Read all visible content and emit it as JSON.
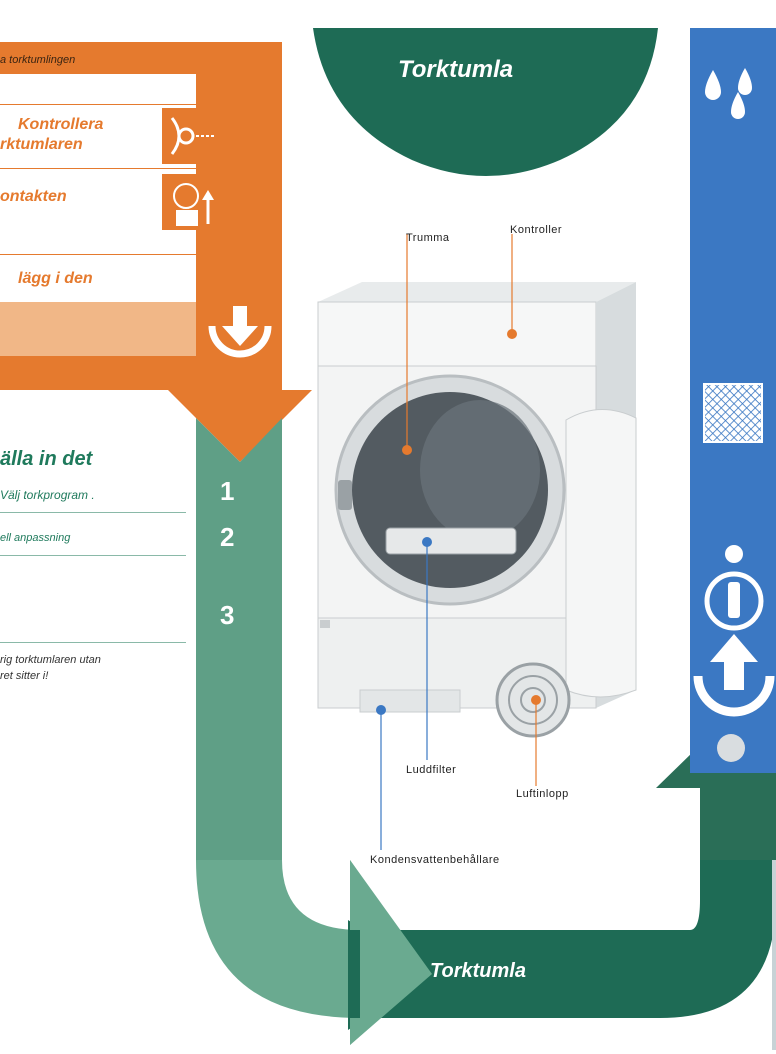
{
  "left_panel": {
    "header": "a torktumlingen",
    "item1": {
      "line1": "Kontrollera",
      "line2": "rktumlaren"
    },
    "item2": "ontakten",
    "item3": "lägg i den",
    "section_title": "älla in det",
    "sub1": "Välj torkprogram .",
    "sub2": "ell anpassning",
    "note_line1": "rig torktumlaren utan",
    "note_line2": "ret sitter i!"
  },
  "steps": [
    "1",
    "2",
    "3"
  ],
  "top_title": "Torktumla",
  "bottom_title": "Torktumla",
  "labels": {
    "trumma": "Trumma",
    "kontroller": "Kontroller",
    "luddfilter": "Luddfilter",
    "luftinlopp": "Luftinlopp",
    "kondens": "Kondensvattenbehållare"
  },
  "icons": [
    "eye-inspect-icon",
    "plug-socket-icon",
    "download-arrow-icon",
    "water-drops-icon",
    "mesh-filter-icon",
    "info-icon",
    "upload-arrow-icon",
    "dot-icon"
  ],
  "colors": {
    "orange": "#e57a2e",
    "green_dark": "#1f6e57",
    "green_light": "#6aa88f",
    "blue": "#3b78c3"
  }
}
